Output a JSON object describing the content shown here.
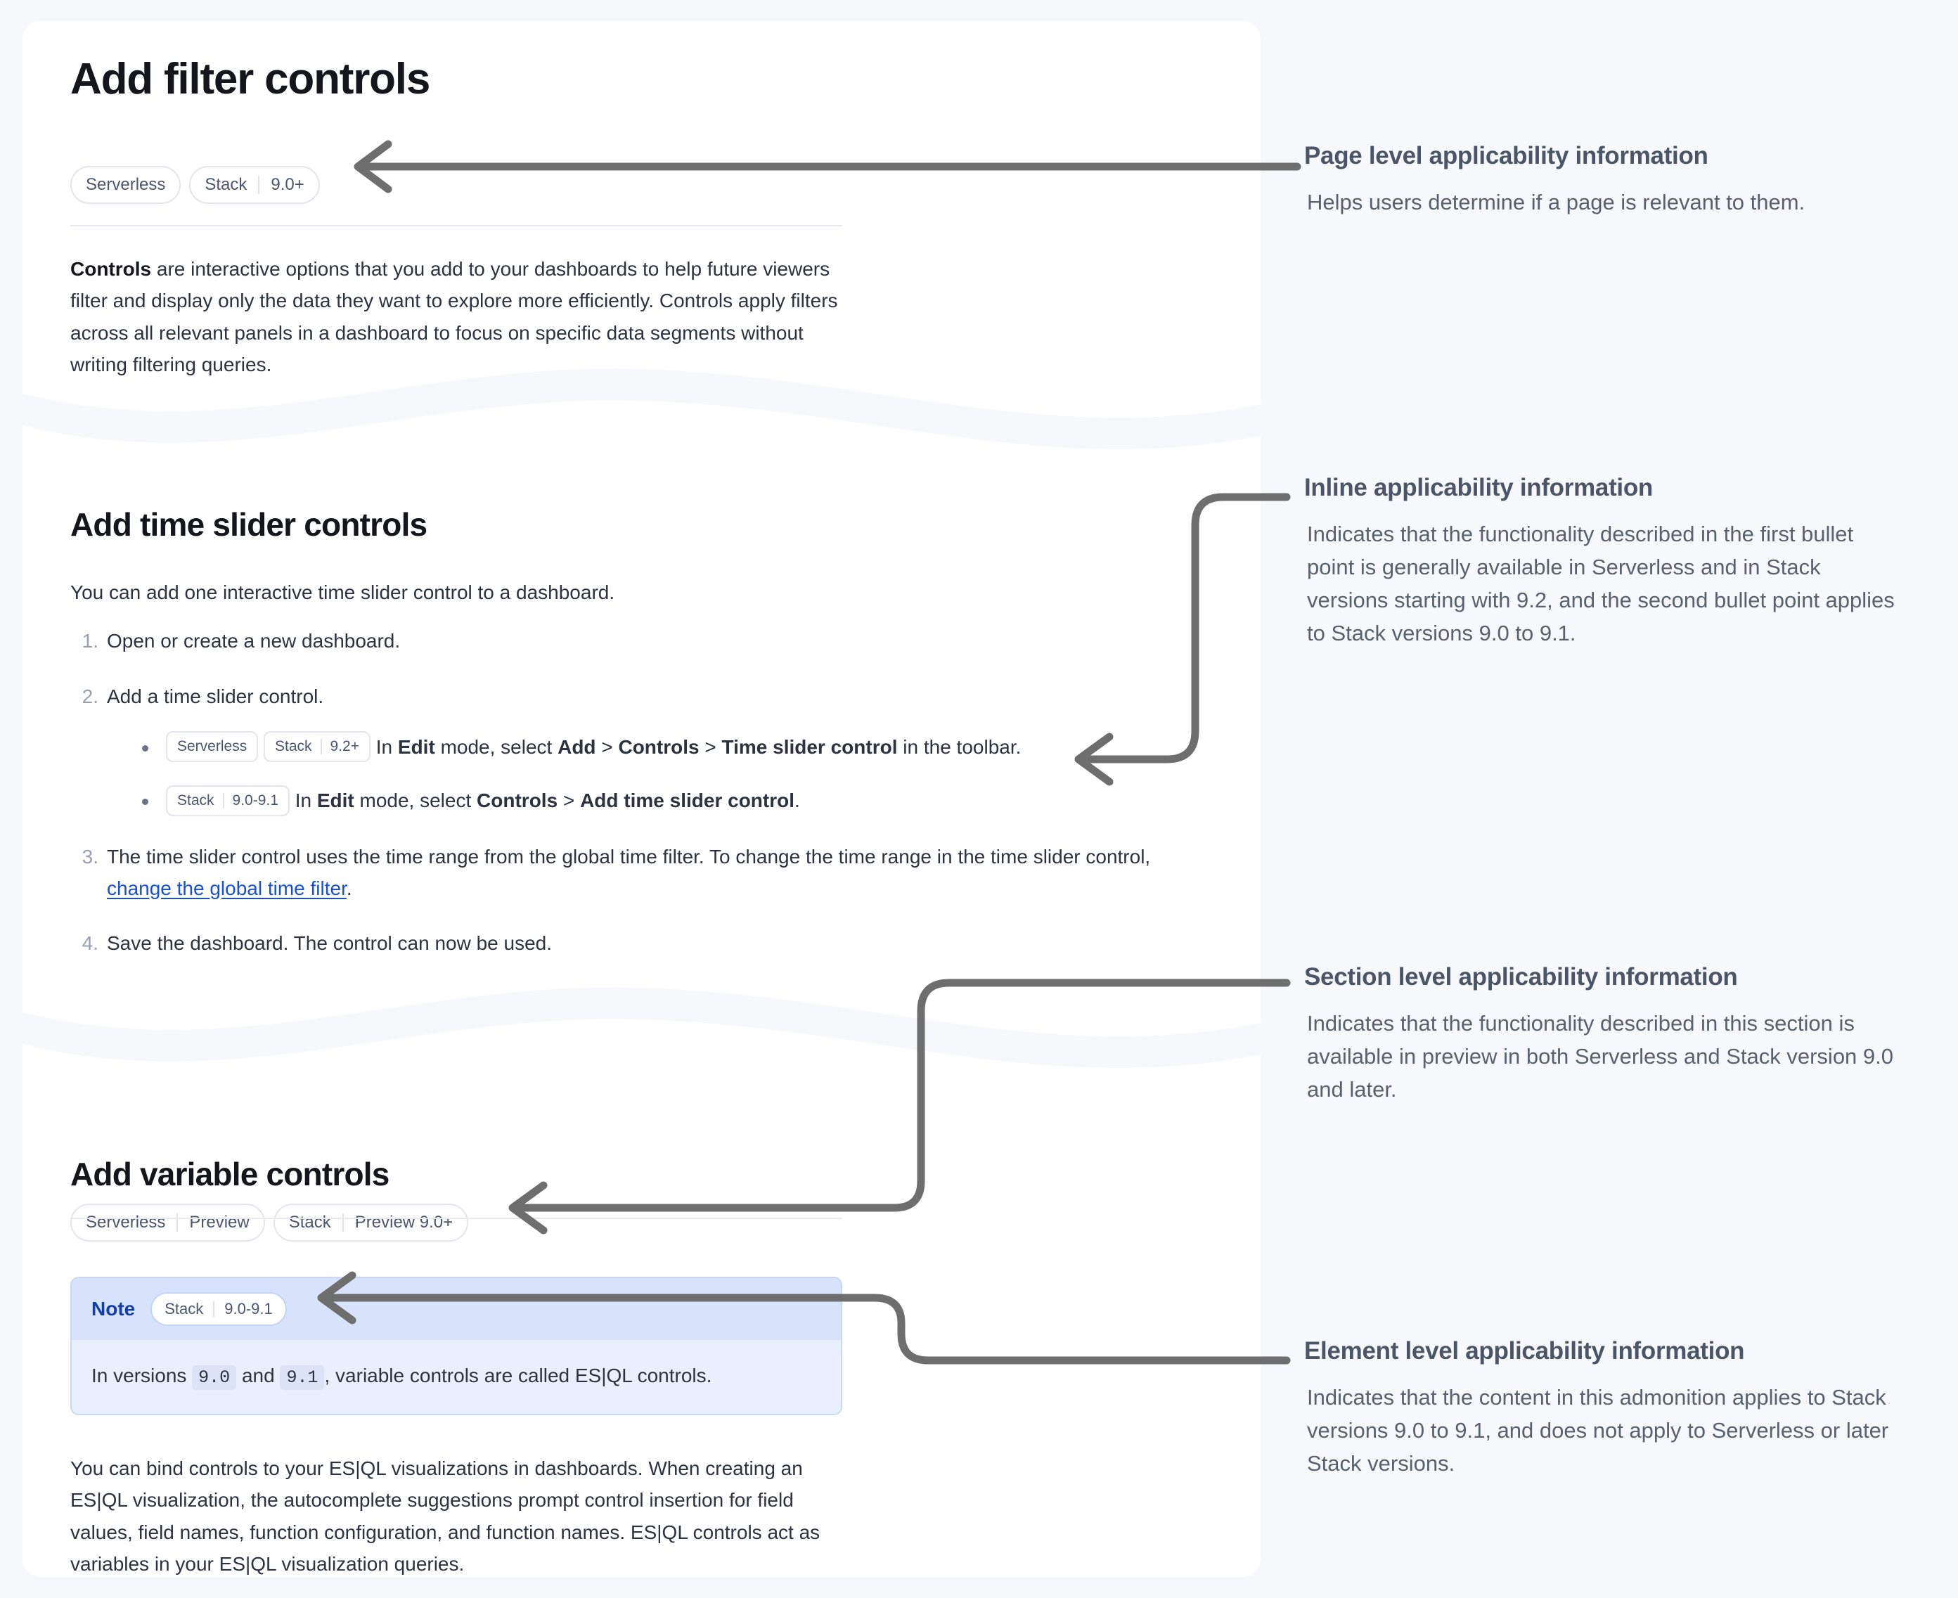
{
  "page": {
    "title": "Add filter controls",
    "page_badges": [
      {
        "label": "Serverless",
        "version": ""
      },
      {
        "label": "Stack",
        "version": "9.0+"
      }
    ],
    "intro_bold": "Controls",
    "intro_rest": " are interactive options that you add to your dashboards to help future viewers filter and display only the data they want to explore more efficiently. Controls apply filters across all relevant panels in a dashboard to focus on specific data segments without writing filtering queries."
  },
  "section_time_slider": {
    "heading": "Add time slider controls",
    "lead": "You can add one interactive time slider control to a dashboard.",
    "steps": [
      {
        "num": "1.",
        "text": "Open or create a new dashboard."
      },
      {
        "num": "2.",
        "text": "Add a time slider control."
      },
      {
        "num": "3.",
        "text_before": "The time slider control uses the time range from the global time filter. To change the time range in the time slider control, ",
        "link": "change the global time filter",
        "text_after": "."
      },
      {
        "num": "4.",
        "text": "Save the dashboard. The control can now be used."
      }
    ],
    "substeps": [
      {
        "badges": [
          {
            "label": "Serverless",
            "version": ""
          },
          {
            "label": "Stack",
            "version": "9.2+"
          }
        ],
        "pre": "In ",
        "b1": "Edit",
        "mid1": " mode, select ",
        "b2": "Add",
        "sep1": " > ",
        "b3": "Controls",
        "sep2": " > ",
        "b4": "Time slider control",
        "post": " in the toolbar."
      },
      {
        "badges": [
          {
            "label": "Stack",
            "version": "9.0-9.1"
          }
        ],
        "pre": "In ",
        "b1": "Edit",
        "mid1": " mode, select ",
        "b2": "Controls",
        "sep1": " > ",
        "b3": "Add time slider control",
        "post": "."
      }
    ]
  },
  "section_variable": {
    "heading": "Add variable controls",
    "badges": [
      {
        "label": "Serverless",
        "version": "Preview"
      },
      {
        "label": "Stack",
        "version": "Preview 9.0+"
      }
    ],
    "note": {
      "title": "Note",
      "badge": {
        "label": "Stack",
        "version": "9.0-9.1"
      },
      "body_pre": "In versions ",
      "code1": "9.0",
      "body_mid": " and ",
      "code2": "9.1",
      "body_post": ", variable controls are called ES|QL controls."
    },
    "tail": "You can bind controls to your ES|QL visualizations in dashboards. When creating an ES|QL visualization, the autocomplete suggestions prompt control insertion for field values, field names, function configuration, and function names. ES|QL controls act as variables in your ES|QL visualization queries."
  },
  "annotations": [
    {
      "title": "Page level applicability information",
      "body": "Helps users determine if a page is relevant to them."
    },
    {
      "title": "Inline applicability information",
      "body": "Indicates that the functionality described in the first bullet point is generally available in Serverless and in Stack versions starting with 9.2, and the second bullet point applies to Stack versions 9.0 to 9.1."
    },
    {
      "title": "Section level applicability information",
      "body": "Indicates that the functionality described in this section is available in preview in both Serverless and Stack version 9.0 and later."
    },
    {
      "title": "Element level applicability information",
      "body": "Indicates that the content in this admonition applies to Stack versions 9.0 to 9.1, and does not apply to Serverless or later Stack versions."
    }
  ],
  "colors": {
    "page_bg": "#f7f8fb",
    "panel_bg": "#ffffff",
    "arrow": "#6e6e6e",
    "link": "#1750d6",
    "note_header_bg": "#d7e3fb",
    "note_body_bg": "#e9f0fd",
    "note_border": "#c7d8f7",
    "note_title": "#113ea8",
    "badge_text": "#4a5570",
    "annotation_title": "#4a5568",
    "annotation_body": "#58616f"
  }
}
